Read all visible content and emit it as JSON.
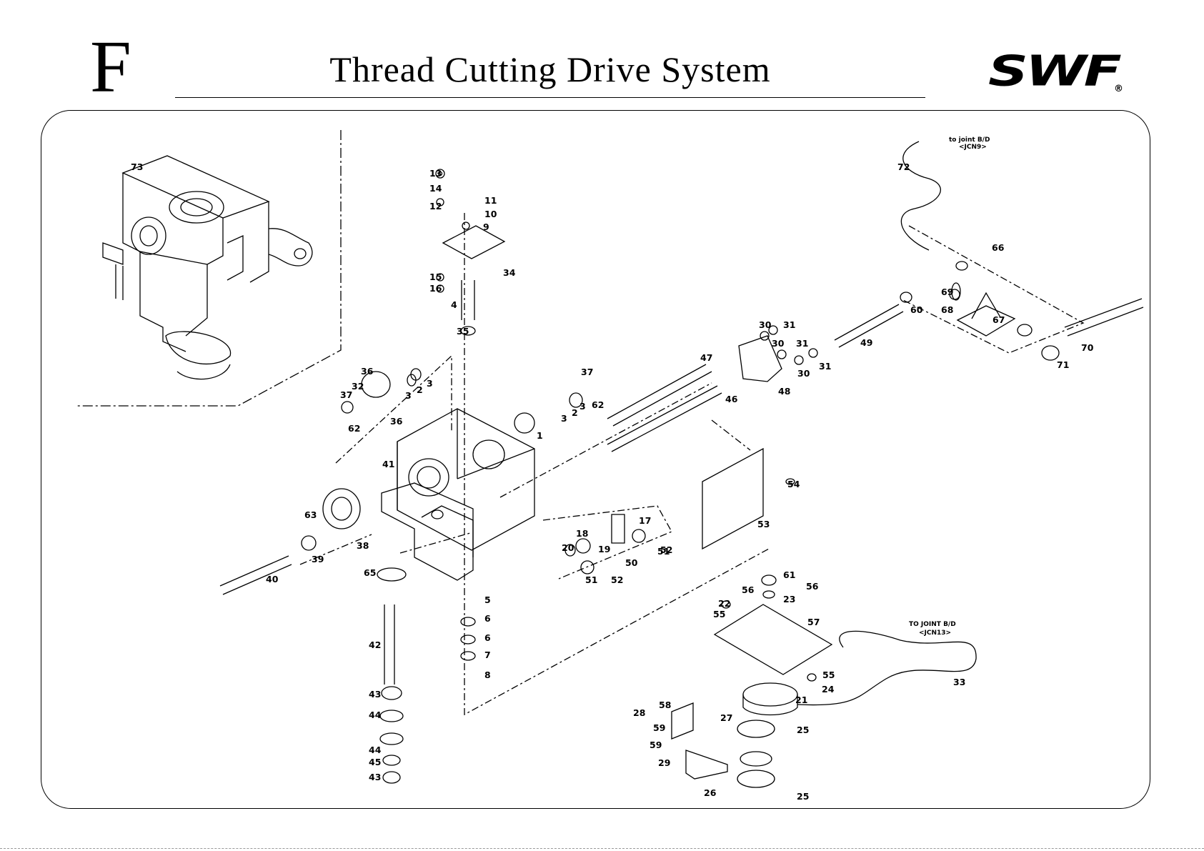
{
  "header": {
    "section_letter": "F",
    "title": "Thread Cutting Drive System",
    "logo_text": "SWF",
    "logo_mark": "®"
  },
  "notes": {
    "joint_top_line1": "to joint B/D",
    "joint_top_line2": "<JCN9>",
    "joint_bottom_line1": "TO JOINT B/D",
    "joint_bottom_line2": "<JCN13>"
  },
  "part_callouts": [
    "73",
    "13",
    "14",
    "12",
    "11",
    "10",
    "9",
    "34",
    "15",
    "16",
    "4",
    "35",
    "36",
    "32",
    "3",
    "2",
    "3",
    "37",
    "62",
    "36",
    "37",
    "62",
    "1",
    "3",
    "2",
    "3",
    "41",
    "63",
    "39",
    "38",
    "40",
    "65",
    "5",
    "6",
    "6",
    "7",
    "8",
    "42",
    "43",
    "44",
    "44",
    "45",
    "43",
    "47",
    "46",
    "30",
    "31",
    "30",
    "31",
    "30",
    "31",
    "48",
    "49",
    "60",
    "72",
    "66",
    "69",
    "68",
    "67",
    "70",
    "71",
    "54",
    "53",
    "18",
    "17",
    "20",
    "19",
    "51",
    "52",
    "50",
    "51",
    "52",
    "61",
    "56",
    "56",
    "23",
    "22",
    "55",
    "57",
    "55",
    "24",
    "21",
    "33",
    "28",
    "58",
    "27",
    "59",
    "25",
    "59",
    "29",
    "26",
    "25"
  ],
  "icons": {
    "pan-screw": "pan-screw-icon",
    "hex-nut": "hex-nut-icon",
    "washer": "washer-icon",
    "bearing": "bearing-icon",
    "cable-connector": "cable-connector-icon"
  }
}
